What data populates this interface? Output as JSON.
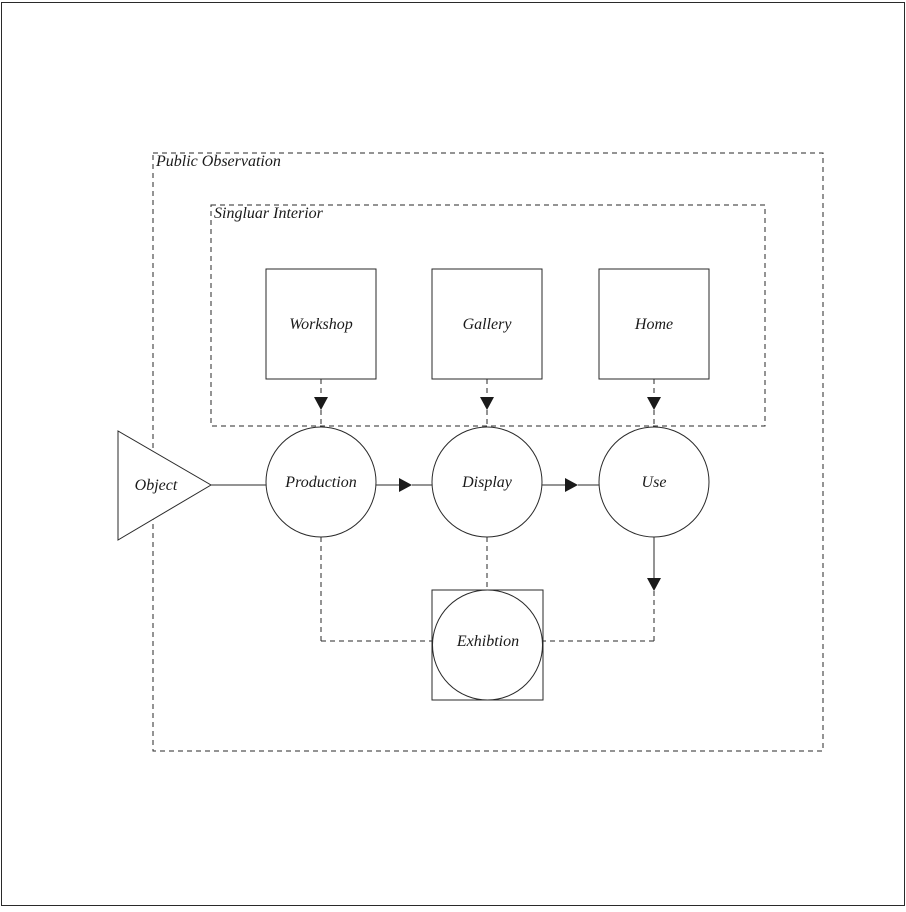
{
  "regions": {
    "outer_label": "Public Observation",
    "inner_label": "Singluar Interior"
  },
  "object_label": "Object",
  "places": {
    "workshop": "Workshop",
    "gallery": "Gallery",
    "home": "Home"
  },
  "stages": {
    "production": "Production",
    "display": "Display",
    "use": "Use"
  },
  "exhibition_label": "Exhibtion"
}
